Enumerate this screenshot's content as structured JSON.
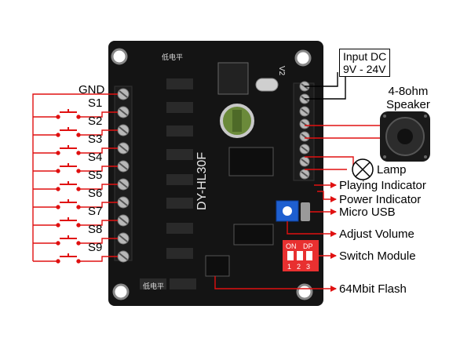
{
  "board": {
    "model": "DY-HL30F",
    "v2_mark": "V2",
    "low_level_mark": "低电平",
    "dip": {
      "on": "ON",
      "dp": "DP",
      "positions": [
        "1",
        "2",
        "3"
      ]
    }
  },
  "labels": {
    "gnd": "GND",
    "switches": [
      "S1",
      "S2",
      "S3",
      "S4",
      "S5",
      "S6",
      "S7",
      "S8",
      "S9"
    ],
    "input_dc_line1": "Input DC",
    "input_dc_line2": "9V - 24V",
    "speaker_line1": "4-8ohm",
    "speaker_line2": "Speaker",
    "lamp": "Lamp",
    "playing_indicator": "Playing Indicator",
    "power_indicator": "Power Indicator",
    "micro_usb": "Micro USB",
    "adjust_volume": "Adjust Volume",
    "switch_module": "Switch Module",
    "flash": "64Mbit Flash"
  },
  "colors": {
    "wire": "#e01010",
    "board": "#141414",
    "terminal": "#1c1c1c",
    "screw": "#b8b8b8",
    "dip_switch": "#e83030",
    "potentiometer": "#1e5fd0",
    "capacitor": "#6b8a3a"
  }
}
